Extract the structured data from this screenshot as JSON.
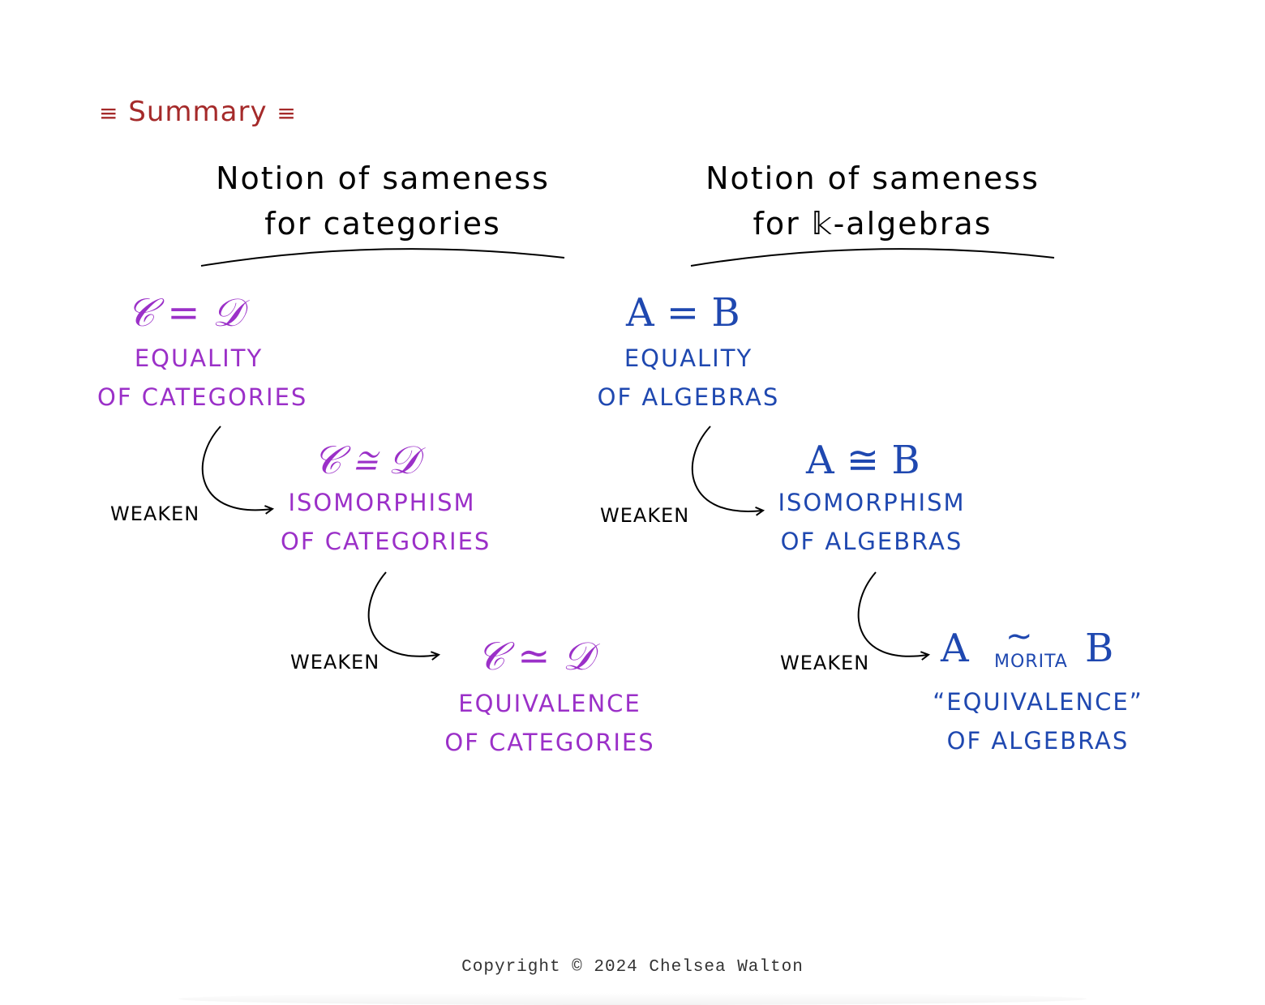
{
  "summary": {
    "title": "Summary",
    "left_bars": "≡",
    "right_bars": "≡"
  },
  "columns": {
    "categories": {
      "heading_line1": "Notion of sameness",
      "heading_line2": "for categories",
      "equality": {
        "symbol": "𝒞 = 𝒟",
        "label1": "EQUALITY",
        "label2": "OF CATEGORIES"
      },
      "isomorphism": {
        "symbol": "𝒞 ≅ 𝒟",
        "label1": "ISOMORPHISM",
        "label2": "OF CATEGORIES"
      },
      "equivalence": {
        "symbol": "𝒞 ≃ 𝒟",
        "label1": "EQUIVALENCE",
        "label2": "OF CATEGORIES"
      }
    },
    "algebras": {
      "heading_line1": "Notion of sameness",
      "heading_line2": "for 𝕜-algebras",
      "equality": {
        "symbol": "A = B",
        "label1": "EQUALITY",
        "label2": "OF ALGEBRAS"
      },
      "isomorphism": {
        "symbol": "A ≅ B",
        "label1": "ISOMORPHISM",
        "label2": "OF ALGEBRAS"
      },
      "morita": {
        "symbol_left": "A",
        "tilde": "~",
        "sub": "MORITA",
        "symbol_right": "B",
        "label1": "“EQUIVALENCE”",
        "label2": "OF ALGEBRAS"
      }
    }
  },
  "weaken_label": "WEAKEN",
  "copyright": "Copyright © 2024 Chelsea Walton",
  "colors": {
    "summary": "#a52a2a",
    "categories": "#9b30c8",
    "algebras": "#1f48b0",
    "ink": "#000000"
  }
}
